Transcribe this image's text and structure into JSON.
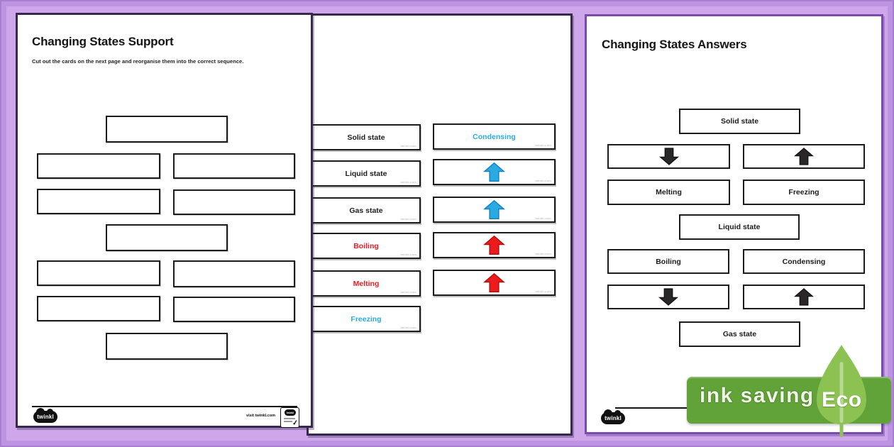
{
  "colors": {
    "background_purple": "#cda7ea",
    "page_white": "#ffffff",
    "box_border_black": "#1c1c1c",
    "label_red": "#ed1c24",
    "label_blue": "#29abe2",
    "arrow_black": "#2b2728",
    "banner_green": "#61a338",
    "leaf_green": "#8cc252"
  },
  "icons": {
    "check": "✓"
  },
  "support_page": {
    "title": "Changing States Support",
    "instruction": "Cut out the cards on the next page and reorganise them into the correct sequence.",
    "brand": "twinkl",
    "visit_text": "visit twinkl.com",
    "empty_slot_count": 11
  },
  "cards_page": {
    "watermark": "twinkl.com",
    "left_column": [
      {
        "label": "Solid state",
        "color": "#1c1c1c"
      },
      {
        "label": "Liquid state",
        "color": "#1c1c1c"
      },
      {
        "label": "Gas state",
        "color": "#1c1c1c"
      },
      {
        "label": "Boiling",
        "color": "#ed1c24"
      },
      {
        "label": "Melting",
        "color": "#ed1c24"
      },
      {
        "label": "Freezing",
        "color": "#29abe2"
      }
    ],
    "right_column": [
      {
        "type": "text",
        "label": "Condensing",
        "color": "#29abe2"
      },
      {
        "type": "arrow-up",
        "color": "#29abe2"
      },
      {
        "type": "arrow-up",
        "color": "#29abe2"
      },
      {
        "type": "arrow-up",
        "color": "#ed1c24"
      },
      {
        "type": "arrow-up",
        "color": "#ed1c24"
      }
    ]
  },
  "answers_page": {
    "title": "Changing States Answers",
    "brand": "twinkl",
    "sequence": {
      "solid": "Solid state",
      "melting": "Melting",
      "freezing": "Freezing",
      "liquid": "Liquid state",
      "boiling": "Boiling",
      "condensing": "Condensing",
      "gas": "Gas state"
    },
    "arrows": [
      {
        "dir": "down",
        "position": "between-solid-liquid-left"
      },
      {
        "dir": "up",
        "position": "between-solid-liquid-right"
      },
      {
        "dir": "down",
        "position": "between-liquid-gas-left"
      },
      {
        "dir": "up",
        "position": "between-liquid-gas-right"
      }
    ]
  },
  "eco_banner": {
    "label": "ink saving",
    "eco": "Eco"
  }
}
